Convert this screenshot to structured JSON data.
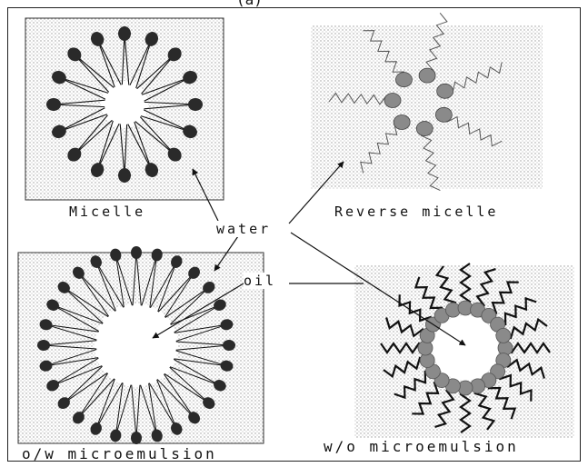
{
  "top_fragment": "(a)",
  "labels": {
    "micelle": "Micelle",
    "reverse_micelle": "Reverse micelle",
    "water": "water",
    "oil": "oil",
    "ow": "o/w microemulsion",
    "wo": "w/o microemulsion"
  },
  "colors": {
    "line": "#111111",
    "head": "#2a2a2a",
    "grey_head": "#8a8a8a",
    "stipple": "#d2d2d2"
  }
}
